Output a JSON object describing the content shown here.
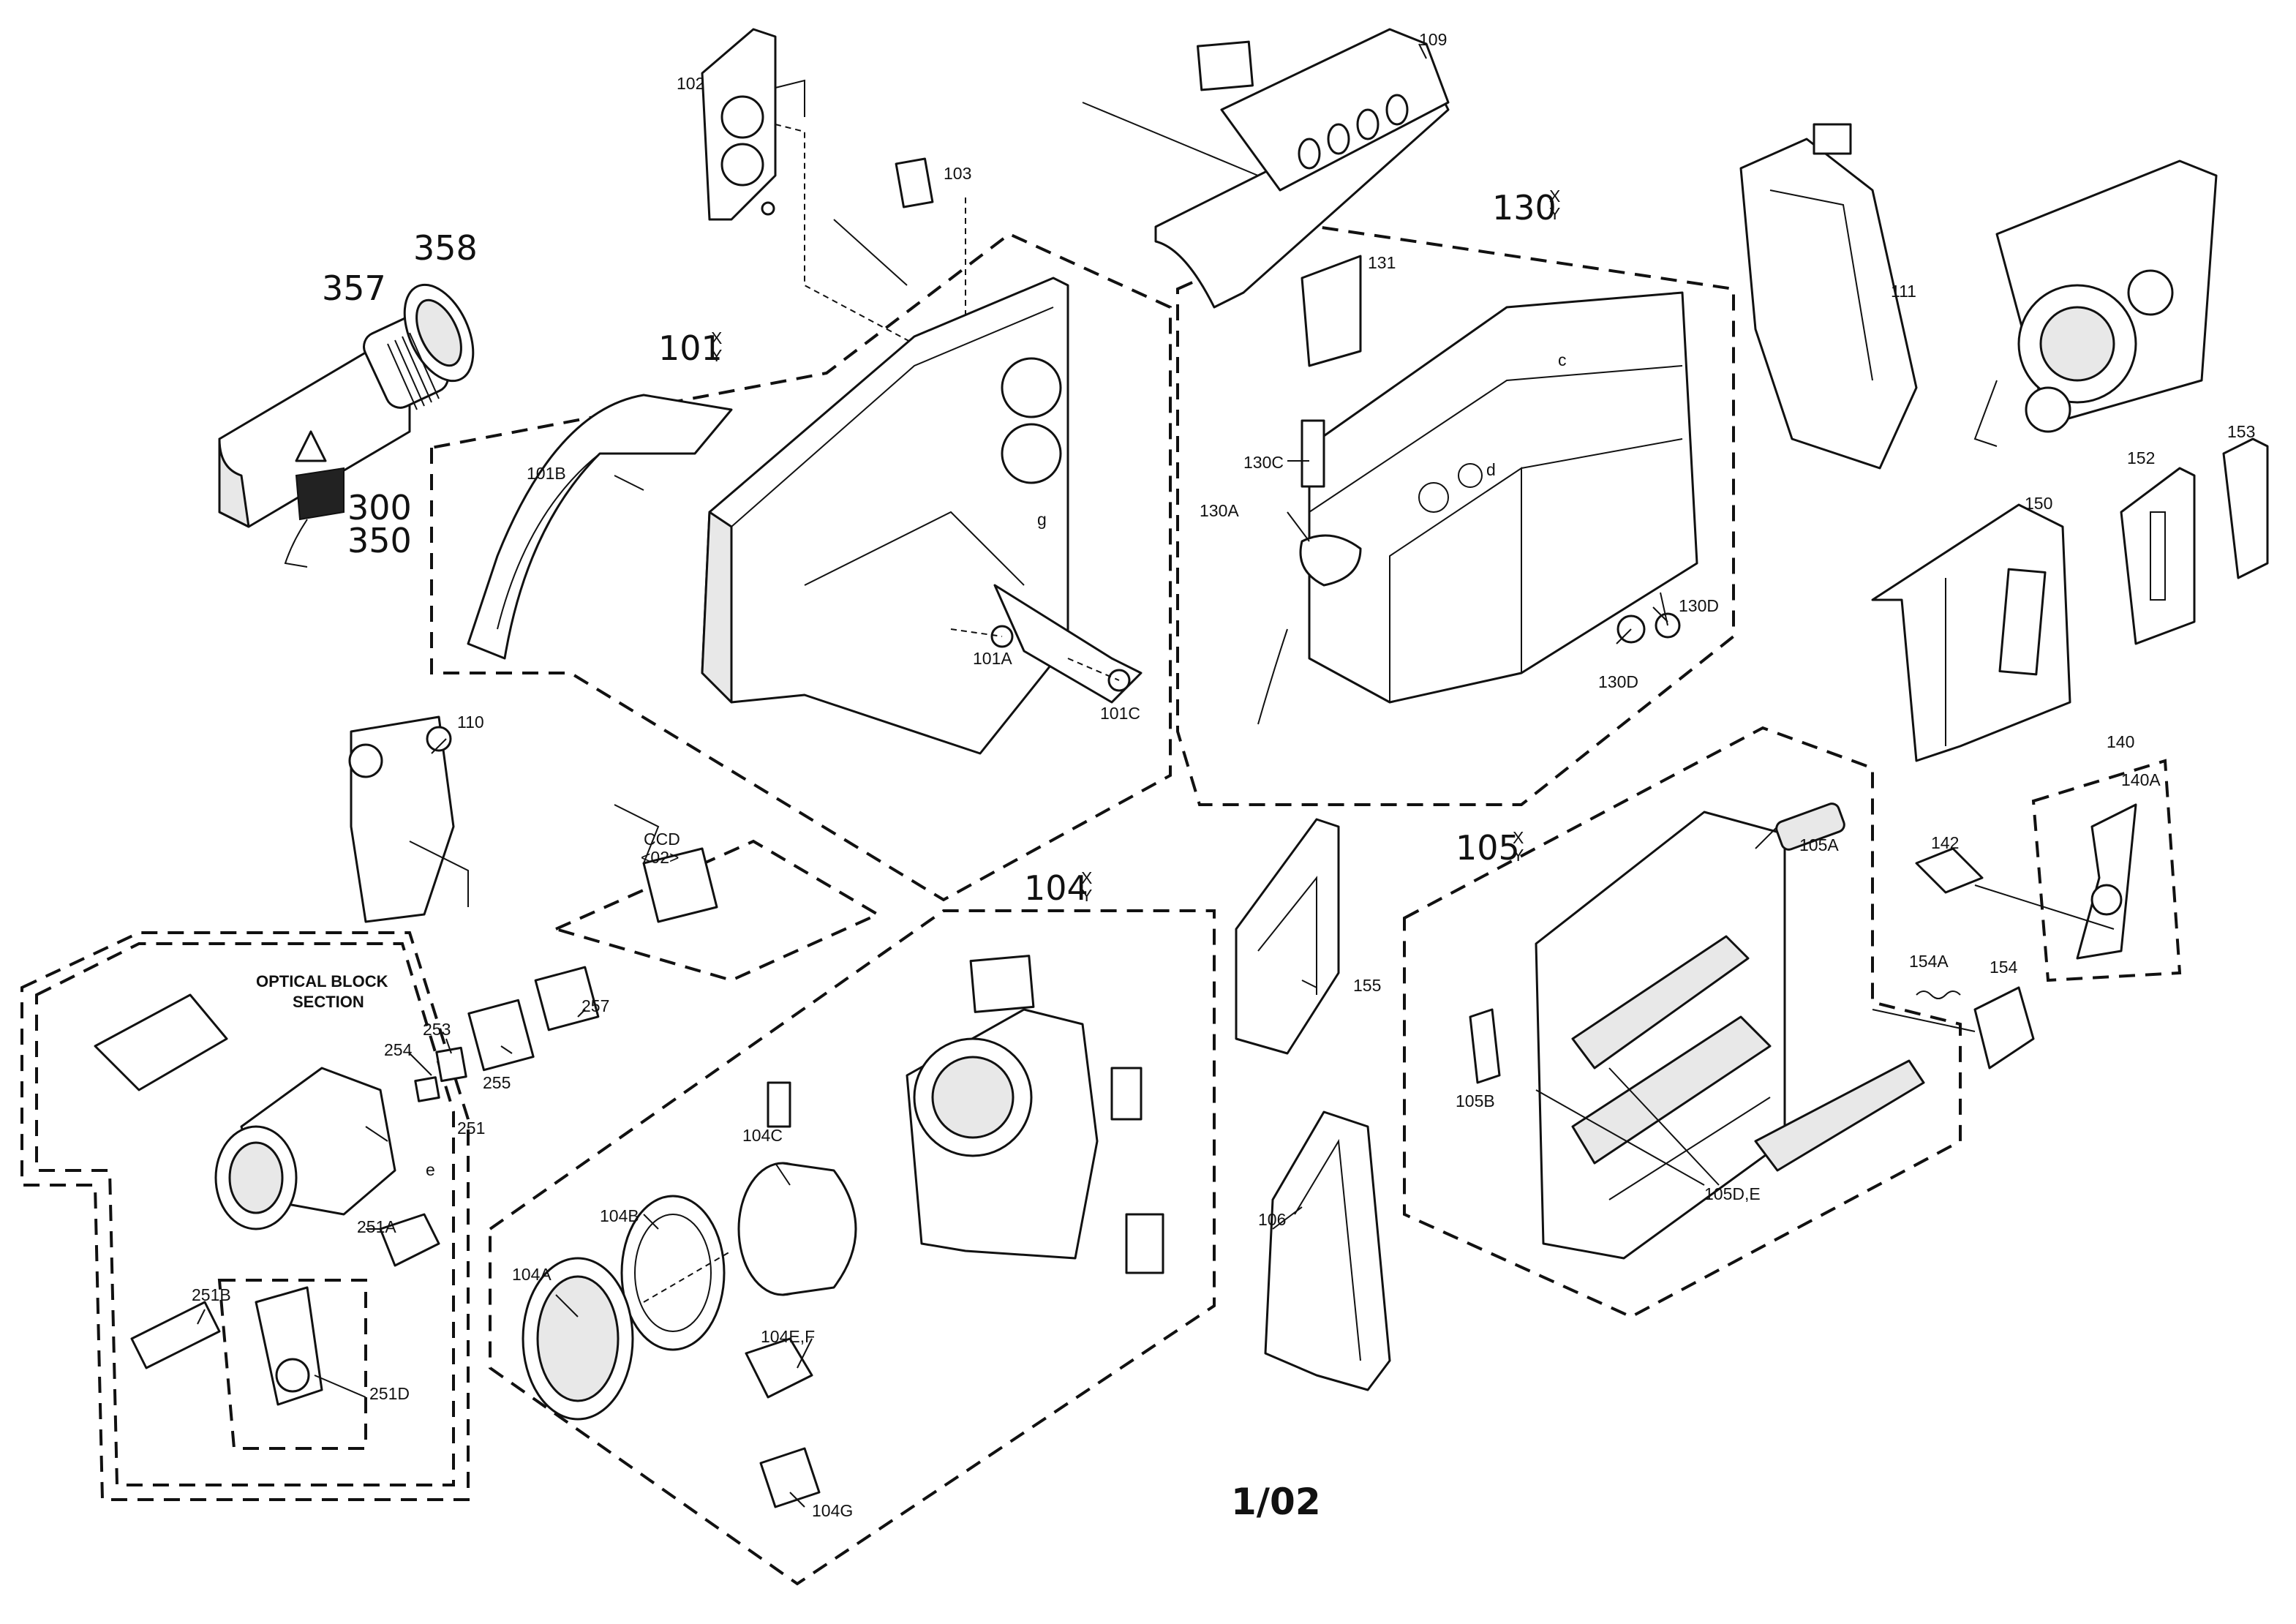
{
  "page_number": "1/02",
  "section_title_line1": "OPTICAL BLOCK",
  "section_title_line2": "SECTION",
  "ccd_label_line1": "CCD",
  "ccd_label_line2": "<02>",
  "group_labels": {
    "g101": "101",
    "g104": "104",
    "g105": "105",
    "g130": "130"
  },
  "group_marks": {
    "g101": "X\nY",
    "g104": "X\nY",
    "g105": "X\nY",
    "g130": "X\nY"
  },
  "handwritten_labels": [
    "358",
    "357",
    "300",
    "350"
  ],
  "part_labels": [
    "101B",
    "101A",
    "101C",
    "102",
    "103",
    "109",
    "110",
    "111",
    "130C",
    "130A",
    "130D",
    "130D",
    "131",
    "150",
    "152",
    "153",
    "140",
    "140A",
    "142",
    "154",
    "154A",
    "155",
    "104A",
    "104B",
    "104C",
    "104E,F",
    "104G",
    "105A",
    "105B",
    "105D,E",
    "106",
    "251",
    "251A",
    "251B",
    "251D",
    "253",
    "254",
    "255",
    "257",
    "g",
    "c",
    "d",
    "e"
  ]
}
